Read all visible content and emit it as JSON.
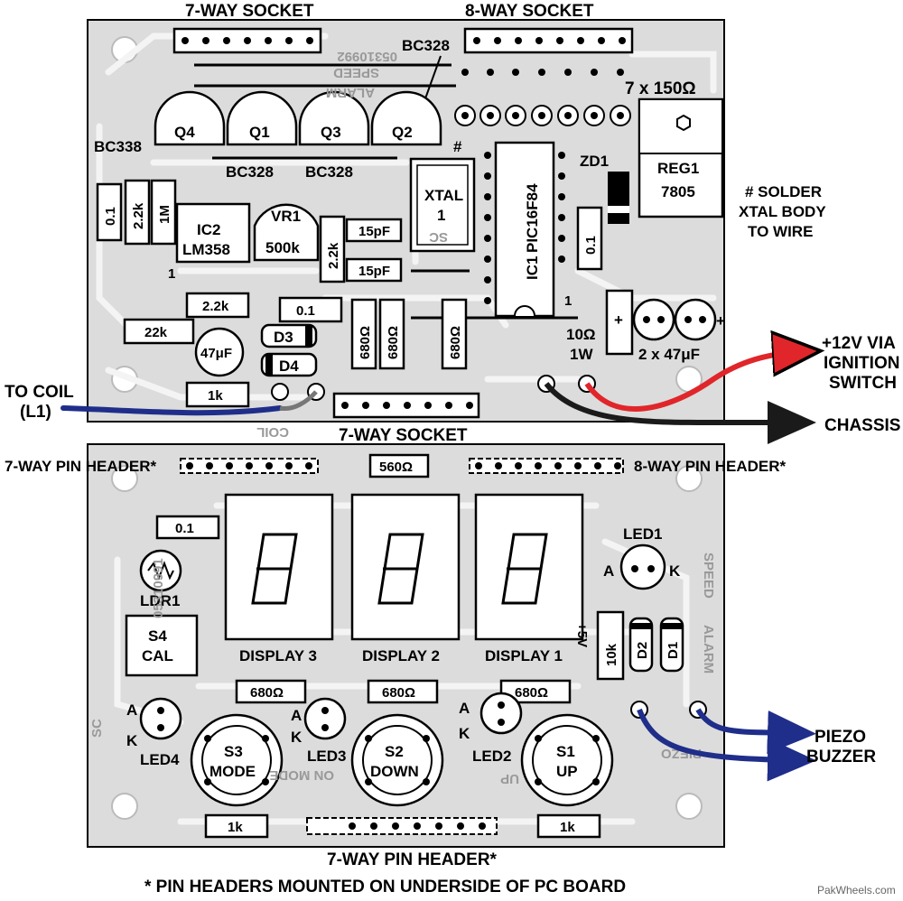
{
  "top_board": {
    "socket_7way_top": "7-WAY SOCKET",
    "socket_8way": "8-WAY SOCKET",
    "socket_7way_bottom": "7-WAY SOCKET",
    "bc328_top": "BC328",
    "bc338": "BC338",
    "bc328_left": "BC328",
    "bc328_right": "BC328",
    "q4": "Q4",
    "q1": "Q1",
    "q3": "Q3",
    "q2": "Q2",
    "resistors_7x150": "7 x 150Ω",
    "reg1": "REG1",
    "reg1_part": "7805",
    "zd1": "ZD1",
    "ic1": "IC1",
    "ic1_part": "PIC16F84",
    "xtal": "XTAL",
    "xtal_num": "1",
    "hash_mark": "#",
    "cap_15pf_a": "15pF",
    "cap_15pf_b": "15pF",
    "ic2": "IC2",
    "ic2_part": "LM358",
    "ic2_pin1": "1",
    "ic1_pin1": "1",
    "vr1": "VR1",
    "vr1_value": "500k",
    "r_2k2_vertical": "2.2k",
    "c_0_1_left": "0.1",
    "r_2k2_left": "2.2k",
    "r_1m": "1M",
    "c_0_1_right": "0.1",
    "r_2k2_horizontal": "2.2k",
    "c_0_1_mid": "0.1",
    "r_22k": "22k",
    "c_47uf": "47μF",
    "d3": "D3",
    "d4": "D4",
    "r_1k": "1k",
    "r_680_a": "680Ω",
    "r_680_b": "680Ω",
    "r_680_c": "680Ω",
    "r_10ohm": "10Ω",
    "r_10ohm_w": "1W",
    "caps_2x47": "2 x 47μF",
    "plus": "+",
    "solder_note": [
      "# SOLDER",
      "XTAL BODY",
      "TO WIRE"
    ],
    "silk_code": "05310992",
    "silk_speed": "SPEED",
    "silk_alarm": "ALARM",
    "silk_sc": "SC",
    "silk_coil": "COIL"
  },
  "external": {
    "coil_label": [
      "TO COIL",
      "(L1)"
    ],
    "power_label": [
      "+12V VIA",
      "IGNITION",
      "SWITCH"
    ],
    "chassis_label": "CHASSIS",
    "piezo_label": [
      "PIEZO",
      "BUZZER"
    ]
  },
  "bottom_board": {
    "header_7way_top": "7-WAY PIN HEADER*",
    "header_8way": "8-WAY PIN HEADER*",
    "header_7way_bottom": "7-WAY PIN HEADER*",
    "r_560": "560Ω",
    "c_0_1": "0.1",
    "ldr1": "LDR1",
    "s4": "S4",
    "s4_func": "CAL",
    "display3": "DISPLAY 3",
    "display2": "DISPLAY 2",
    "display1": "DISPLAY 1",
    "led1": "LED1",
    "led_a": "A",
    "led_k": "K",
    "r_10k": "10k",
    "d2": "D2",
    "d1": "D1",
    "plus5v": "+5V",
    "r_680_a": "680Ω",
    "r_680_b": "680Ω",
    "r_680_c": "680Ω",
    "led4": "LED4",
    "led3": "LED3",
    "led2": "LED2",
    "s3": "S3",
    "s3_func": "MODE",
    "s2": "S2",
    "s2_func": "DOWN",
    "s1": "S1",
    "s1_func": "UP",
    "r_1k_a": "1k",
    "r_1k_b": "1k",
    "silk_code": "05310991",
    "silk_speed": "SPEED",
    "silk_alarm": "ALARM",
    "silk_sc": "SC",
    "silk_piezo": "PIEZO",
    "silk_on_mode": "ON MODE",
    "silk_up": "UP"
  },
  "footnote": "* PIN HEADERS MOUNTED ON UNDERSIDE OF PC BOARD",
  "watermark": "PakWheels.com",
  "colors": {
    "board": "#dcdcdc",
    "trace": "#f4f4f4",
    "coil_wire": "#1f2e8a",
    "power_wire": "#e0262a",
    "chassis_wire": "#1a1a1a",
    "piezo_wire": "#1f2e8a"
  }
}
